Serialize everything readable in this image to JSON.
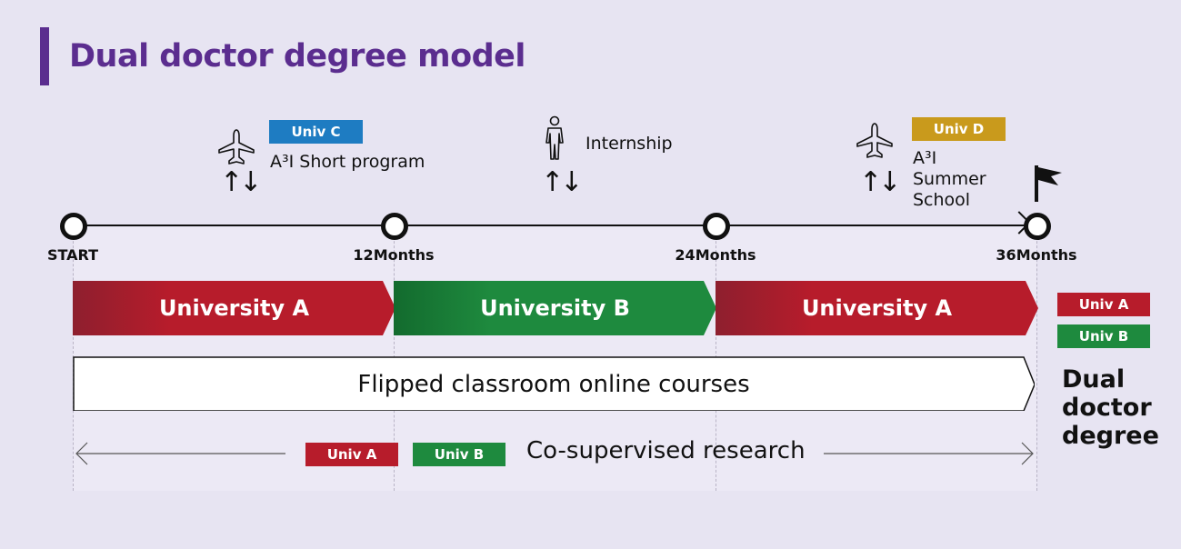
{
  "title": "Dual doctor degree model",
  "milestones": [
    "START",
    "12Months",
    "24Months",
    "36Months"
  ],
  "events": {
    "short_program": {
      "badge": "Univ C",
      "text": "A³I Short program"
    },
    "internship": {
      "text": "Internship"
    },
    "summer_school": {
      "badge": "Univ D",
      "line1": "A³I",
      "line2": "Summer",
      "line3": "School"
    }
  },
  "periods": [
    "University A",
    "University B",
    "University A"
  ],
  "flipped": "Flipped classroom online courses",
  "research": {
    "badge_a": "Univ A",
    "badge_b": "Univ B",
    "text": "Co-supervised research"
  },
  "legend": {
    "univ_a": "Univ A",
    "univ_b": "Univ B"
  },
  "result": {
    "line1": "Dual",
    "line2": "doctor",
    "line3": "degree"
  },
  "colors": {
    "title": "#5b2d8f",
    "univ_a": "#b71c2b",
    "univ_b": "#1e8a3e",
    "univ_c": "#1e7cc2",
    "univ_d": "#c99a1c"
  },
  "icons": [
    "airplane-icon",
    "person-icon",
    "airplane-icon",
    "flag-icon",
    "up-down-arrows-icon"
  ]
}
